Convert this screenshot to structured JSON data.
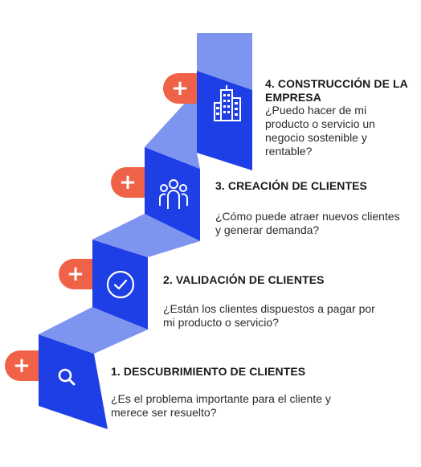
{
  "steps": [
    {
      "title": "1. DESCUBRIMIENTO DE CLIENTES",
      "description": "¿Es el problema importante para el cliente y merece ser resuelto?",
      "icon": "search-icon"
    },
    {
      "title": "2. VALIDACIÓN DE CLIENTES",
      "description": "¿Están los clientes dispuestos a pagar por mi producto o servicio?",
      "icon": "check-circle-icon"
    },
    {
      "title": "3. CREACIÓN DE CLIENTES",
      "description": "¿Cómo puede atraer nuevos clientes y generar demanda?",
      "icon": "people-icon"
    },
    {
      "title": "4. CONSTRUCCIÓN DE LA EMPRESA",
      "description": "¿Puedo hacer de mi producto o servicio un negocio sostenible y rentable?",
      "icon": "buildings-icon"
    }
  ],
  "badge_symbol": "+",
  "colors": {
    "riser": "#1f3fe6",
    "tread": "#7e95f0",
    "badge": "#ef6248",
    "icon": "#ffffff"
  }
}
